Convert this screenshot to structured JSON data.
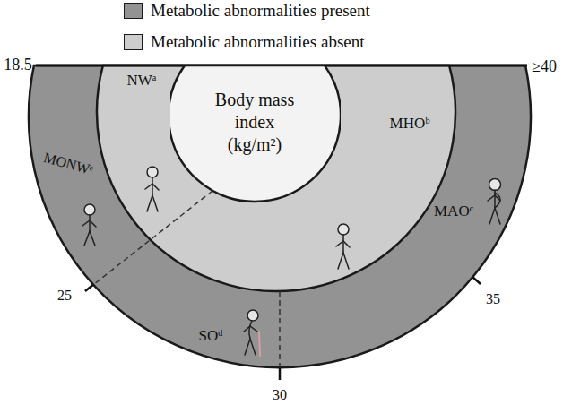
{
  "diagram": {
    "nodes": [
      {
        "text": [
          "Body mass index (kg/m²)"
        ]
      }
    ],
    "labels": [
      "18.5",
      "≥40",
      "25",
      "30",
      "35",
      "NWᵃ",
      "MONWᵉ",
      "MHOᵇ",
      "SOᵈ",
      "MAOᶜ"
    ],
    "legend": [
      {
        "text": "Metabolic abnormalities present",
        "color": "#939393"
      },
      {
        "text": "Metabolic abnormalities absent",
        "color": "#cdcdcd"
      }
    ]
  }
}
